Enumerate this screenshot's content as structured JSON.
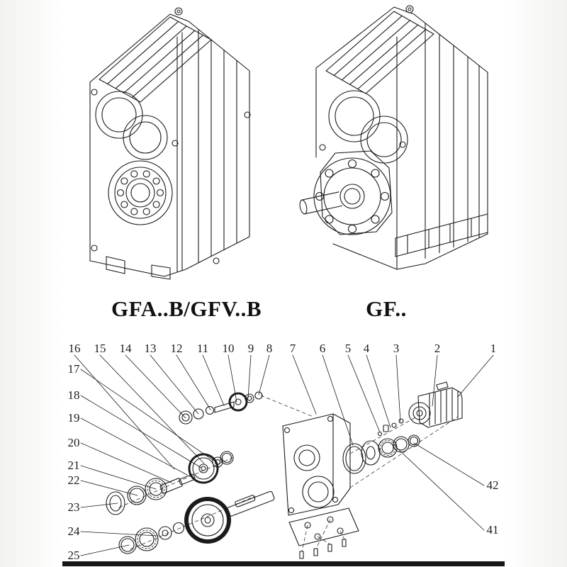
{
  "colors": {
    "ink": "#1b1b1b",
    "bottom_bar": "#161616"
  },
  "models": {
    "left": "GFA..B/GFV..B",
    "right": "GF.."
  },
  "exploded": {
    "top_callouts": [
      "16",
      "15",
      "14",
      "13",
      "12",
      "11",
      "10",
      "9",
      "8",
      "7",
      "6",
      "5",
      "4",
      "3",
      "2",
      "1"
    ],
    "left_callouts": [
      "17",
      "18",
      "19",
      "20",
      "21",
      "22",
      "23",
      "24",
      "25"
    ],
    "right_callouts": [
      "42",
      "41"
    ]
  }
}
